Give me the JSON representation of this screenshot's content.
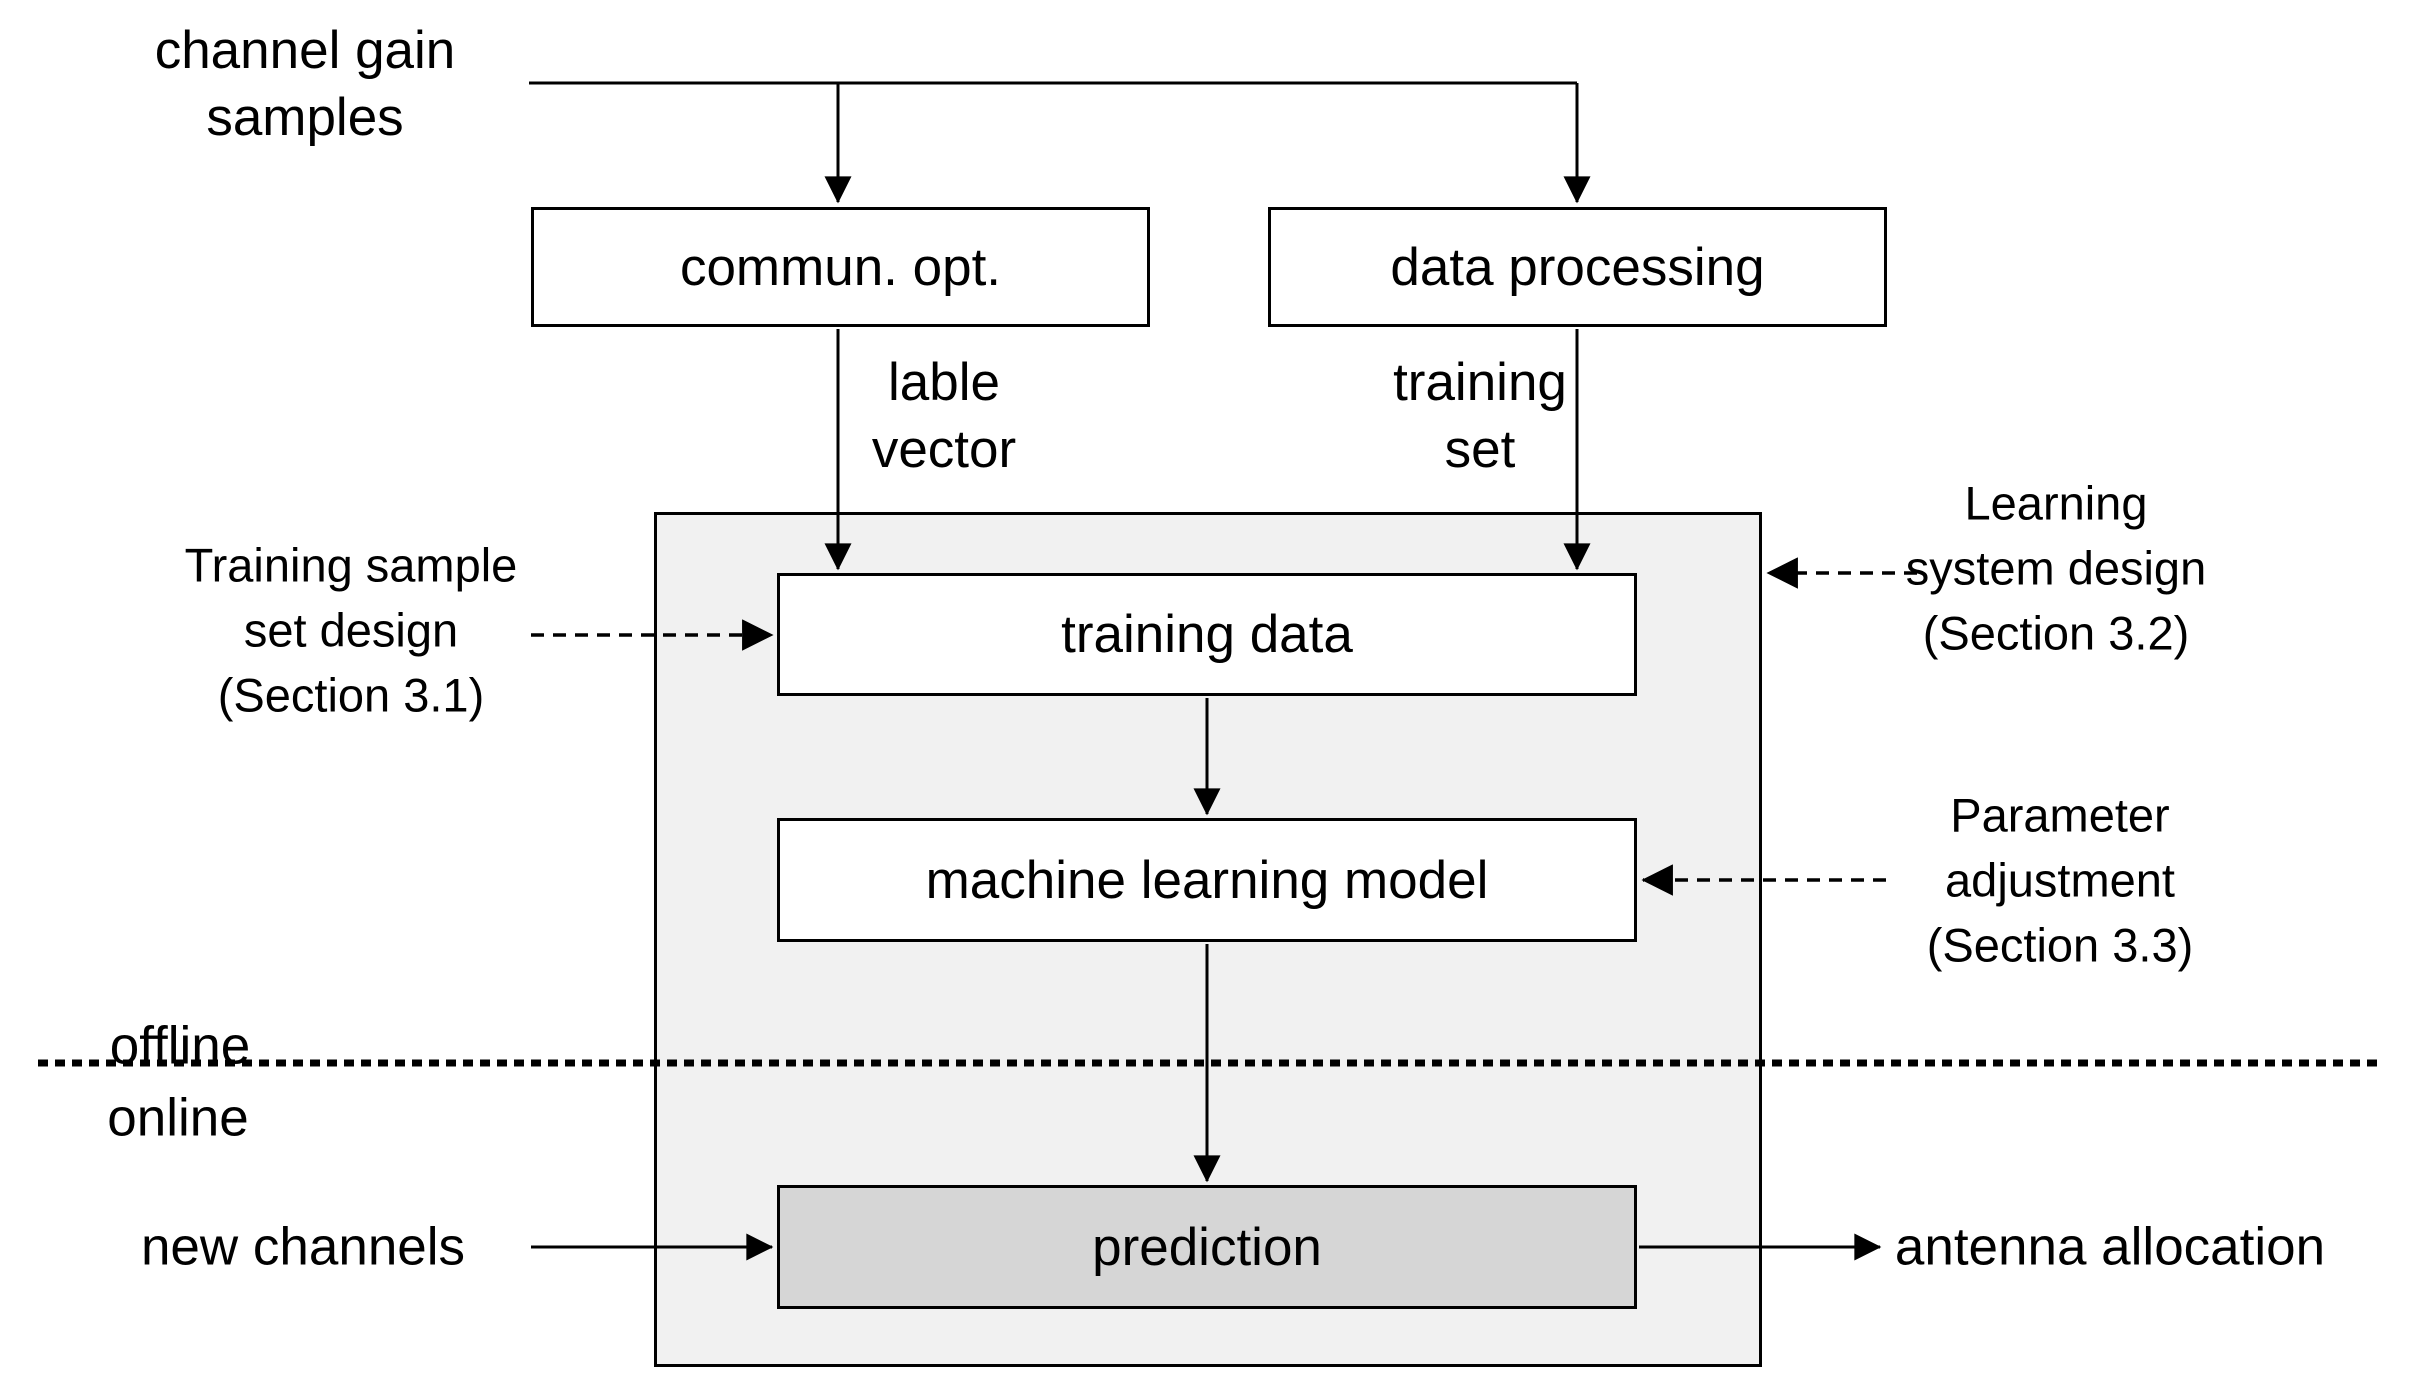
{
  "labels": {
    "channel_gain_line1": "channel gain",
    "channel_gain_line2": "samples",
    "lable_vector_line1": "lable",
    "lable_vector_line2": "vector",
    "training_set_line1": "training",
    "training_set_line2": "set",
    "offline": "offline",
    "online": "online",
    "new_channels": "new channels",
    "antenna_allocation": "antenna allocation"
  },
  "boxes": {
    "commun_opt": "commun. opt.",
    "data_processing": "data processing",
    "training_data": "training data",
    "machine_learning_model": "machine learning model",
    "prediction": "prediction"
  },
  "annotations": {
    "training_sample_line1": "Training sample",
    "training_sample_line2": "set design",
    "training_sample_line3": "(Section 3.1)",
    "learning_system_line1": "Learning",
    "learning_system_line2": "system design",
    "learning_system_line3": "(Section 3.2)",
    "parameter_line1": "Parameter",
    "parameter_line2": "adjustment",
    "parameter_line3": "(Section 3.3)"
  },
  "colors": {
    "panel_fill": "#f1f1f1",
    "prediction_fill": "#d6d6d6",
    "line": "#000000",
    "background": "#ffffff"
  }
}
